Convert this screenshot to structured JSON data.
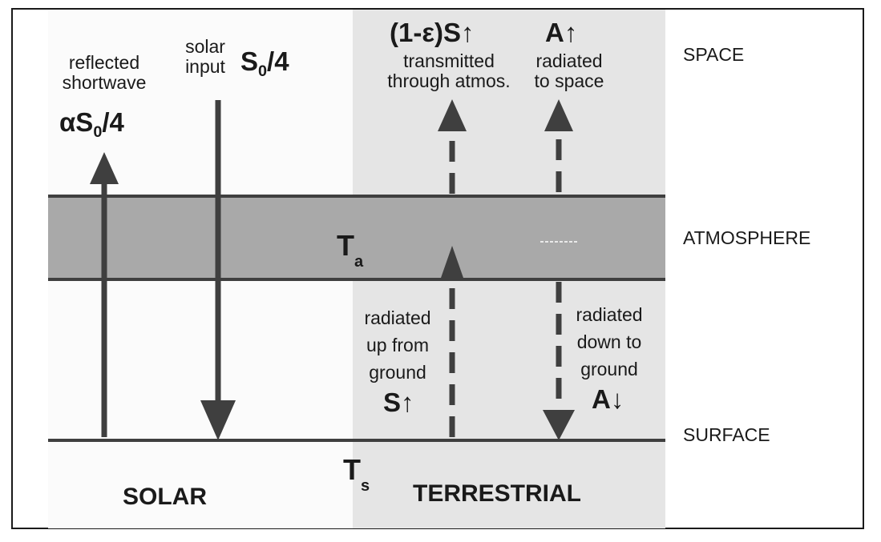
{
  "zones": {
    "space": "SPACE",
    "atmosphere": "ATMOSPHERE",
    "surface": "SURFACE"
  },
  "panels": {
    "solar": "SOLAR",
    "terrestrial": "TERRESTRIAL"
  },
  "solar": {
    "reflected_label_1": "reflected",
    "reflected_label_2": "shortwave",
    "reflected_formula_prefix": "αS",
    "reflected_formula_sub": "0",
    "reflected_formula_suffix": "/4",
    "input_label_1": "solar",
    "input_label_2": "input",
    "input_formula_prefix": "S",
    "input_formula_sub": "0",
    "input_formula_suffix": "/4"
  },
  "terrestrial": {
    "transmitted_formula": "(1-ε)S↑",
    "transmitted_label_1": "transmitted",
    "transmitted_label_2": "through atmos.",
    "radiated_space_formula": "A↑",
    "radiated_space_label_1": "radiated",
    "radiated_space_label_2": "to space",
    "up_label_1": "radiated",
    "up_label_2": "up from",
    "up_label_3": "ground",
    "up_formula": "S↑",
    "down_label_1": "radiated",
    "down_label_2": "down to",
    "down_label_3": "ground",
    "down_formula": "A↓"
  },
  "temps": {
    "atmos_T": "T",
    "atmos_sub": "a",
    "surface_T": "T",
    "surface_sub": "s"
  },
  "colors": {
    "line": "#3f3f3f",
    "atmosphere_band": "#a9a9a9",
    "terrestrial_panel": "#e5e5e5"
  }
}
